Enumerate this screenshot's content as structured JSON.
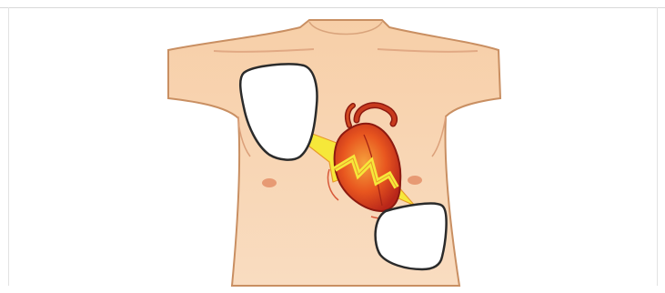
{
  "colors": {
    "background": "#ffffff",
    "skin": "#f8d4b0",
    "skin_outline": "#c98f62",
    "skin_shadow": "#e9b48c",
    "nipple": "#e79a74",
    "pad_fill": "#ffffff",
    "pad_outline": "#2b2b2b",
    "heart_red": "#d9381e",
    "heart_orange": "#f07a2a",
    "heart_dark": "#8c1a10",
    "bolt_yellow": "#f6e83a",
    "bolt_outline": "#e89a2a",
    "frame_line": "#d8d8d8"
  },
  "icons": {
    "torso": "torso-illustration",
    "pad_upper": "defibrillator-pad",
    "pad_lower": "defibrillator-pad",
    "heart": "heart-icon",
    "bolt": "lightning-bolt-icon"
  }
}
